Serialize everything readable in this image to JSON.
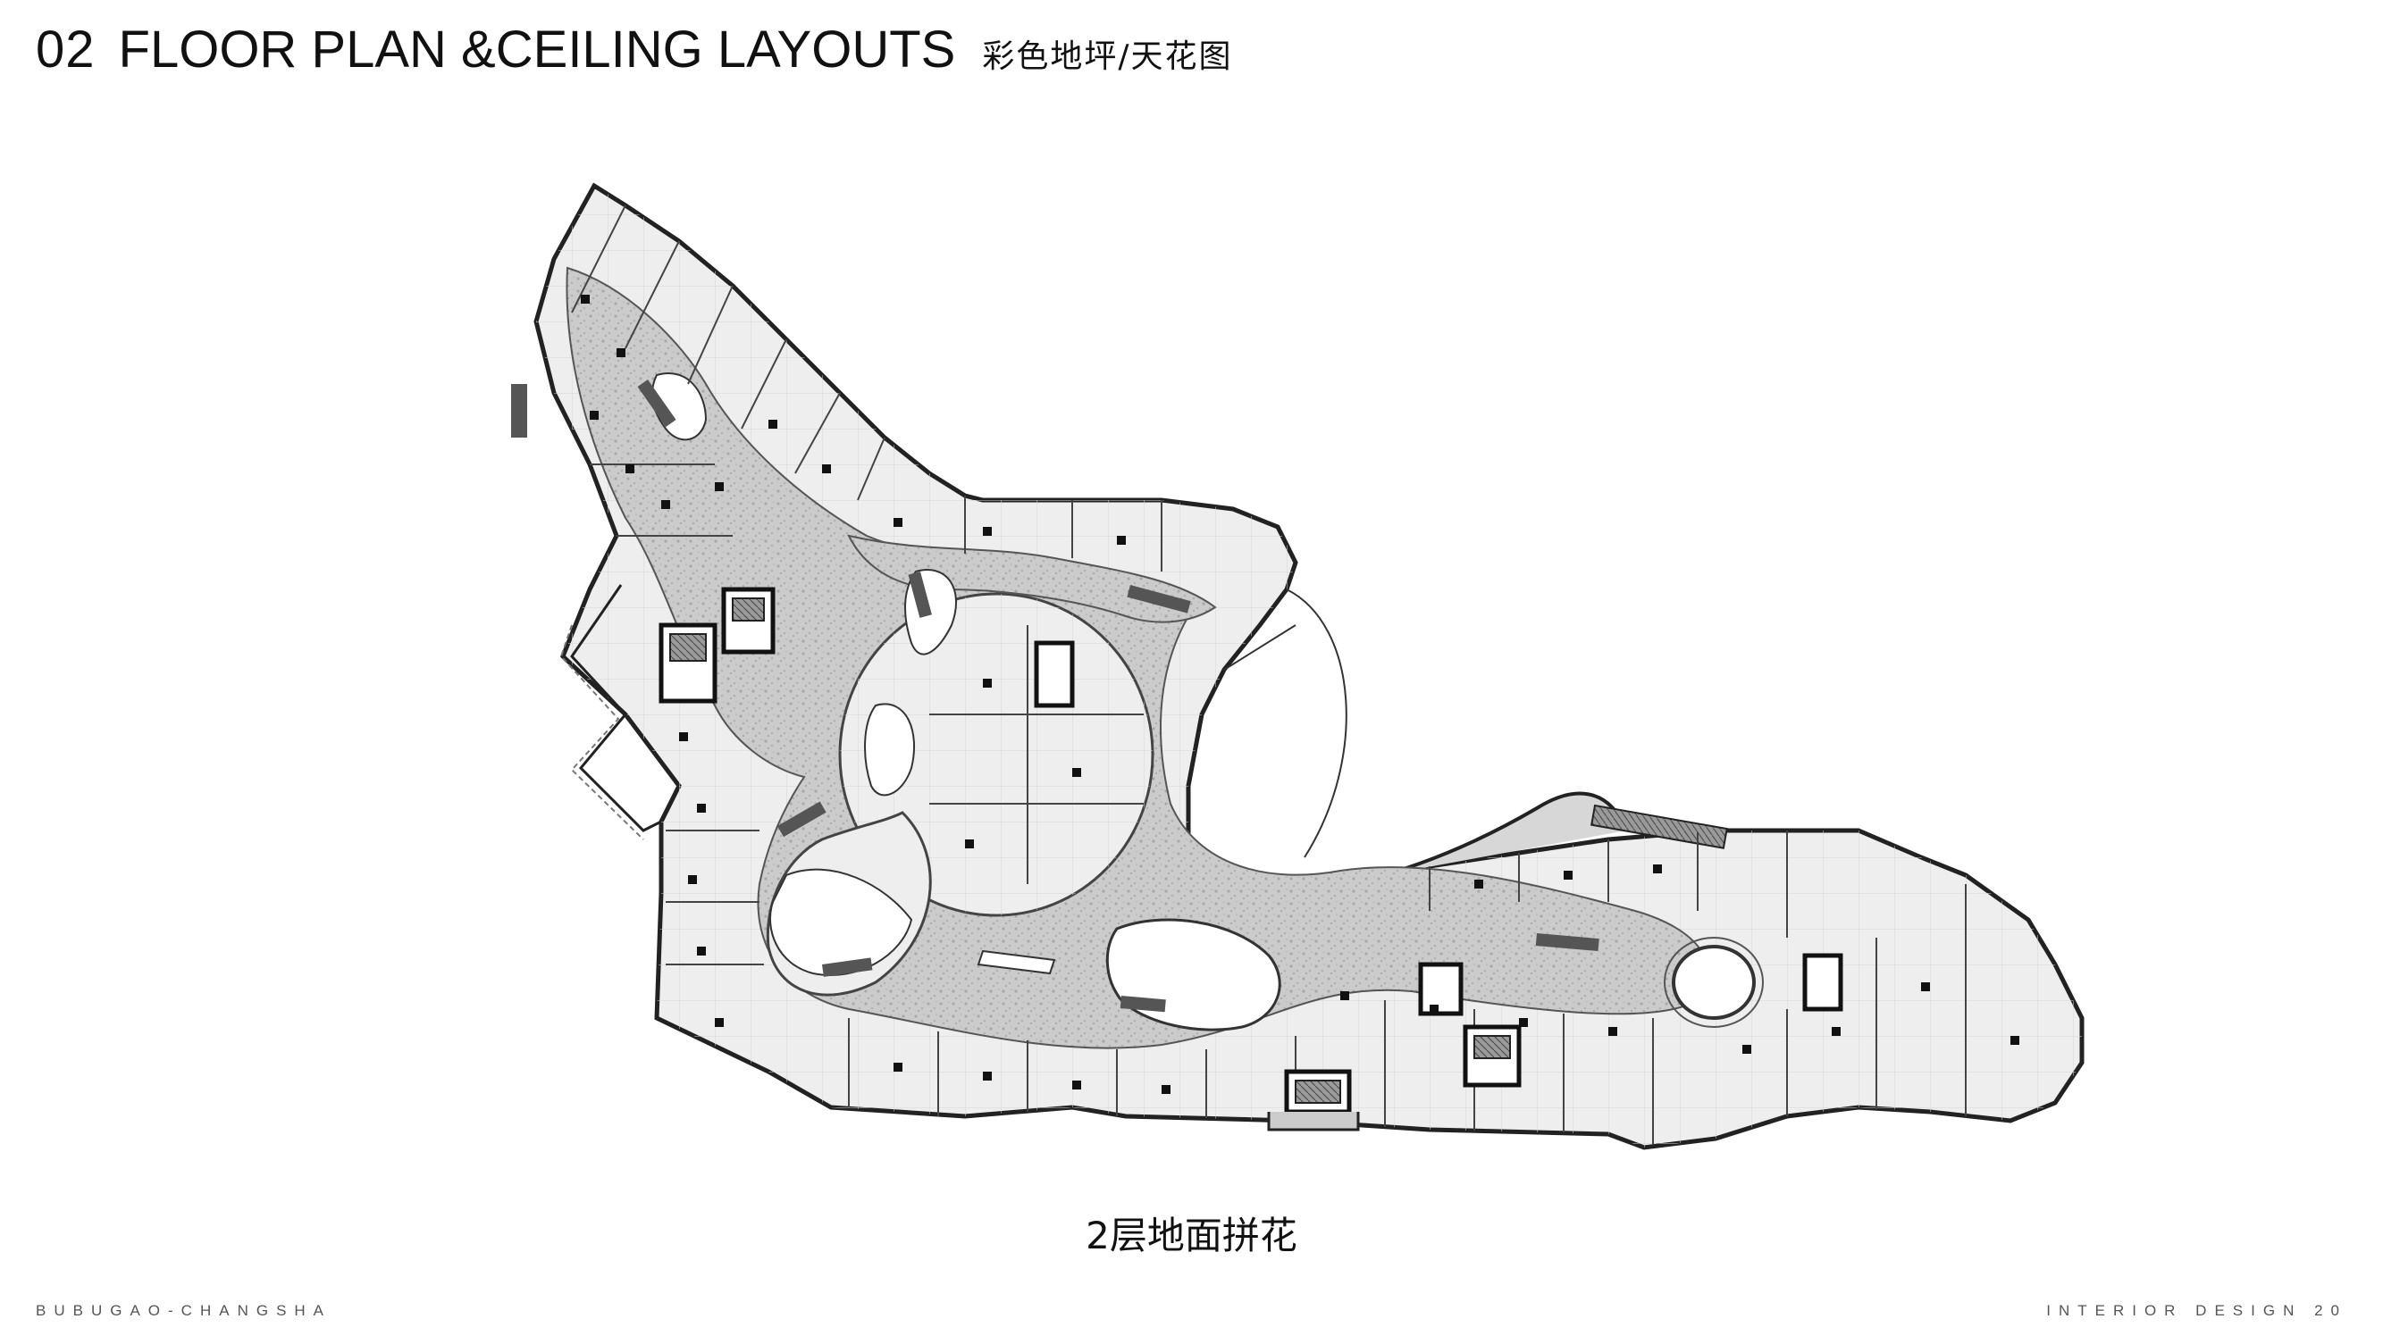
{
  "header": {
    "section_number": "02",
    "title": "FLOOR PLAN &CEILING LAYOUTS",
    "subtitle": "彩色地坪/天花图"
  },
  "plan": {
    "caption": "2层地面拼花",
    "colors": {
      "floor": "#eeeeee",
      "outline": "#222222",
      "corridor": "#c9c9c9",
      "corridor_texture": "#a8a8a8",
      "void": "#ffffff",
      "column": "#111111",
      "escalator": "#555555"
    }
  },
  "footer": {
    "left": "BUBUGAO-CHANGSHA",
    "right": "INTERIOR DESIGN 20"
  }
}
